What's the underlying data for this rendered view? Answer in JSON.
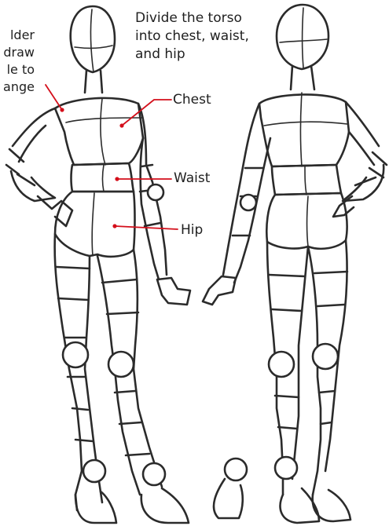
{
  "annotations": {
    "instruction_lines": [
      "Divide the torso",
      "into chest, waist,",
      "and hip"
    ],
    "side_note_lines": [
      "lder",
      "draw",
      "le to",
      "ange"
    ],
    "chest": "Chest",
    "waist": "Waist",
    "hip": "Hip"
  },
  "colors": {
    "ink": "#2b2b2b",
    "leader": "#d40f1b"
  }
}
